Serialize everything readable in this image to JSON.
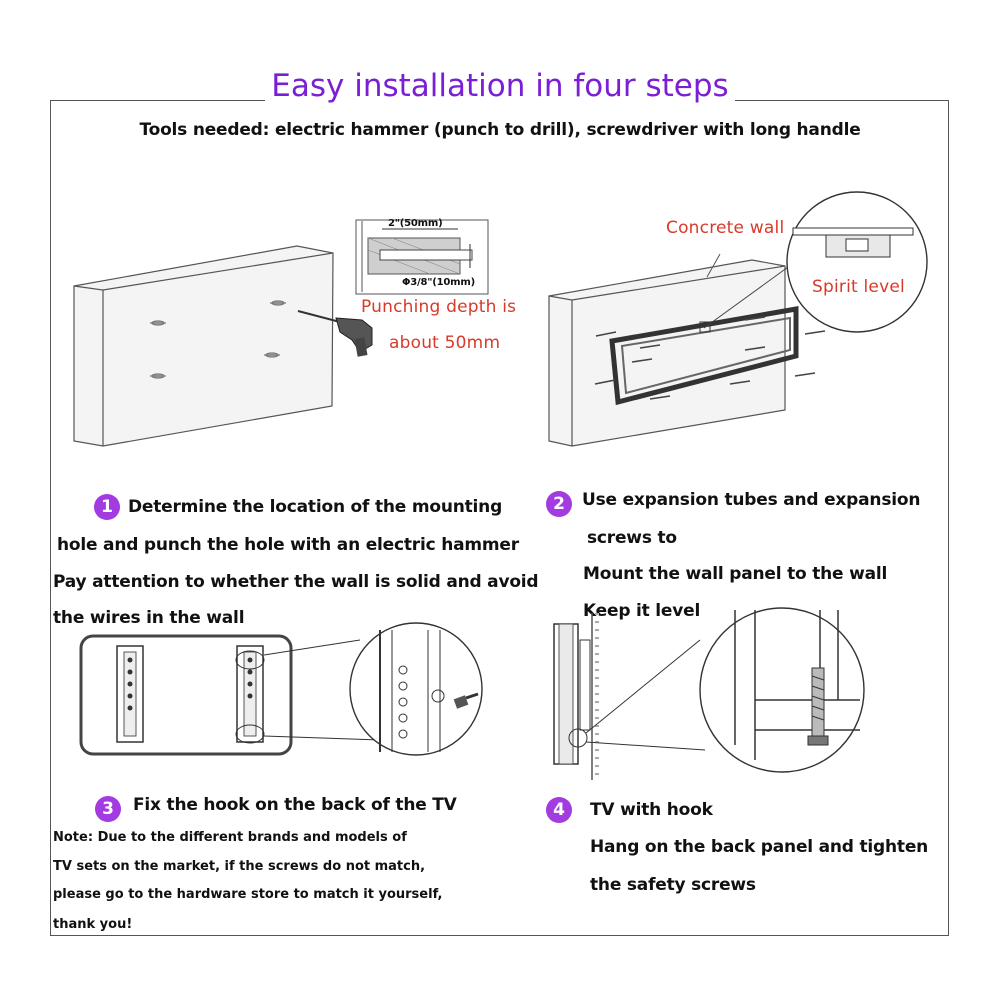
{
  "title": "Easy installation in four steps",
  "tools": "Tools needed: electric hammer (punch to drill), screwdriver with long handle",
  "diagram1": {
    "dim_width": "2\"(50mm)",
    "dim_diameter": "Φ3/8\"(10mm)",
    "label_line1": "Punching depth is",
    "label_line2": "about 50mm"
  },
  "diagram2": {
    "label_wall": "Concrete wall",
    "label_level": "Spirit level"
  },
  "steps": [
    {
      "number": "1",
      "lines": [
        "Determine the location of the mounting",
        "hole and punch the hole with an electric hammer",
        "Pay attention to whether the wall is solid and avoid",
        "the wires in the wall"
      ]
    },
    {
      "number": "2",
      "lines": [
        "Use expansion tubes and expansion",
        "screws to",
        "Mount the wall panel to the wall",
        "Keep it level"
      ]
    },
    {
      "number": "3",
      "lines": [
        "Fix the hook on the back of the TV"
      ]
    },
    {
      "number": "4",
      "lines": [
        "TV with hook",
        "Hang on the back panel and tighten",
        "the safety screws"
      ]
    }
  ],
  "note": [
    "Note: Due to the different brands and models of",
    "TV sets on the market, if the screws do not match,",
    "please go to the hardware store to match it yourself,",
    "thank you!"
  ],
  "colors": {
    "title": "#7b1fd6",
    "step_badge": "#a23be0",
    "callout_text": "#d83a2a"
  }
}
